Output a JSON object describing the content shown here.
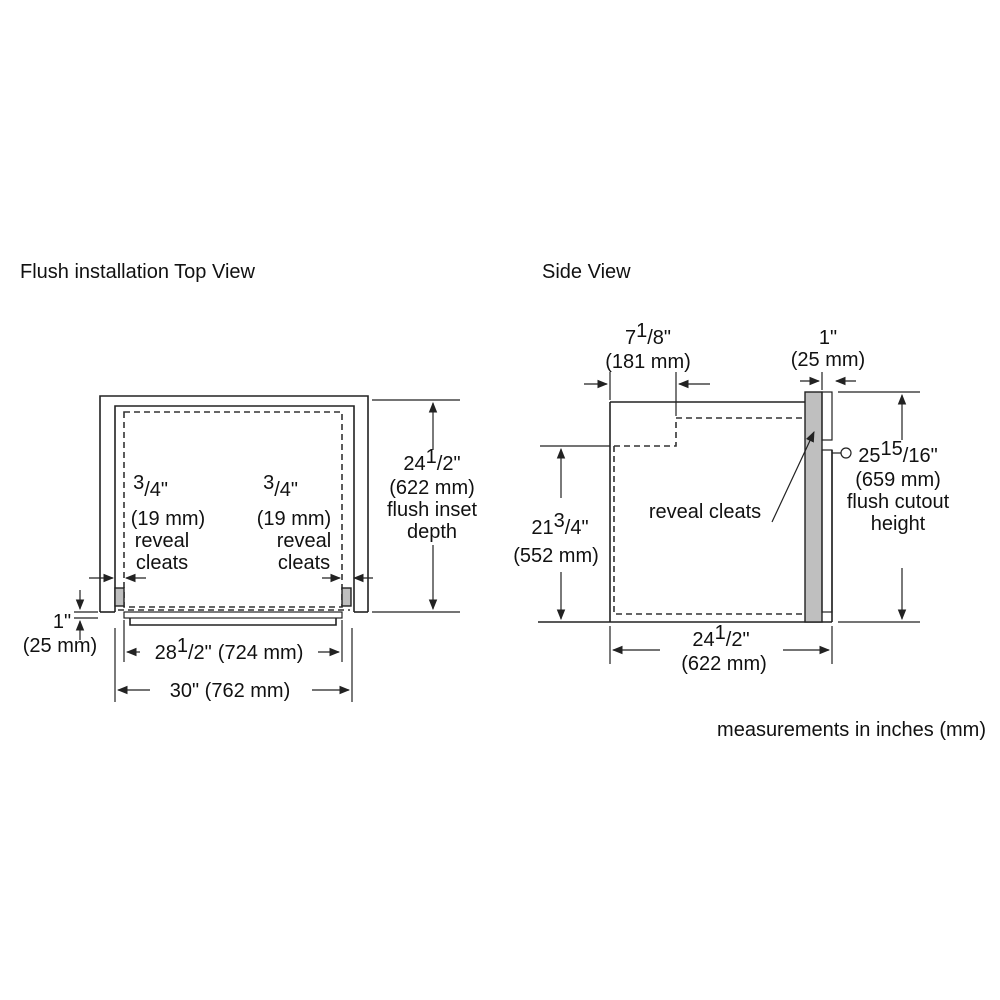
{
  "top_view": {
    "title": "Flush installation Top View",
    "left_cleat": {
      "num": "3",
      "den": "/4\"",
      "mm": "(19 mm)",
      "l1": "reveal",
      "l2": "cleats"
    },
    "right_cleat": {
      "num": "3",
      "den": "/4\"",
      "mm": "(19 mm)",
      "l1": "reveal",
      "l2": "cleats"
    },
    "depth": {
      "whole": "24",
      "num": "1",
      "den": "/2\"",
      "mm": "(622 mm)",
      "l1": "flush inset",
      "l2": "depth"
    },
    "edge": {
      "in": "1\"",
      "mm": "(25 mm)"
    },
    "inner_width": {
      "whole": "28",
      "num": "1",
      "den": "/2\"",
      "mm": "(724 mm)"
    },
    "outer_width": {
      "text": "30\" (762 mm)"
    }
  },
  "side_view": {
    "title": "Side View",
    "top_offset": {
      "whole": "7",
      "num": "1",
      "den": "/8\"",
      "mm": "(181 mm)"
    },
    "door": {
      "in": "1\"",
      "mm": "(25 mm)"
    },
    "cutout": {
      "whole": "25",
      "num": "15",
      "den": "/16\"",
      "mm": "(659 mm)",
      "l1": "flush cutout",
      "l2": "height"
    },
    "cleats_label": "reveal cleats",
    "height": {
      "whole": "21",
      "num": "3",
      "den": "/4\"",
      "mm": "(552 mm)"
    },
    "depth": {
      "whole": "24",
      "num": "1",
      "den": "/2\"",
      "mm": "(622 mm)"
    }
  },
  "footnote": "measurements in inches (mm)"
}
